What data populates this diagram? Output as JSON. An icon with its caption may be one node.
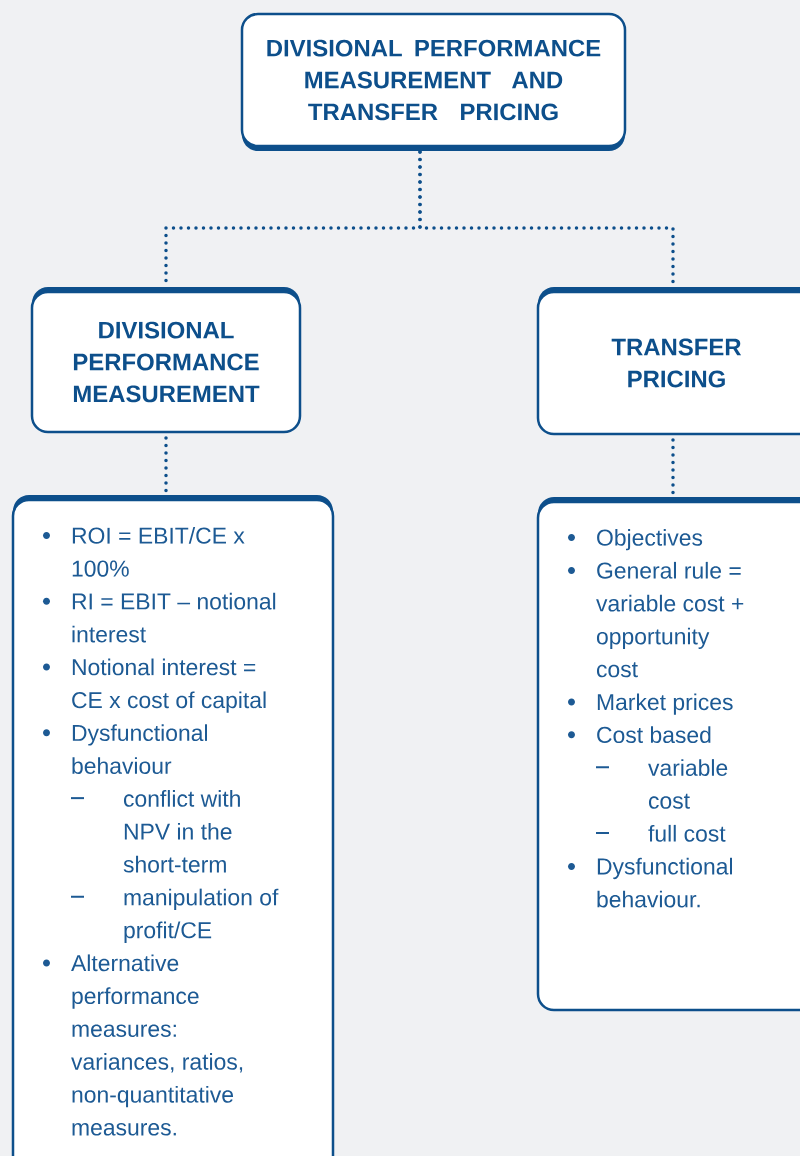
{
  "diagram": {
    "nodes": [
      {
        "text": [
          "DIVISIONAL PERFORMANCE MEASUREMENT AND TRANSFER PRICING"
        ]
      },
      {
        "text": [
          "DIVISIONAL PERFORMANCE MEASUREMENT"
        ]
      },
      {
        "text": [
          "TRANSFER PRICING"
        ]
      },
      {
        "text": [
          "ROI = EBIT/CE x 100%",
          "RI = EBIT – notional interest",
          "Notional interest = CE x cost of capital",
          "Dysfunctional behaviour",
          "conflict with NPV in the short-term",
          "manipulation of profit/CE",
          "Alternative performance measures: variances, ratios, non-quantitative measures."
        ]
      },
      {
        "text": [
          "Objectives",
          "General rule = variable cost + opportunity cost",
          "Market prices",
          "Cost based",
          "variable cost",
          "full cost",
          "Dysfunctional behaviour."
        ]
      }
    ],
    "edges": [
      {
        "from": 0,
        "to": 1,
        "arrow": "none"
      },
      {
        "from": 0,
        "to": 2,
        "arrow": "none"
      },
      {
        "from": 1,
        "to": 3,
        "arrow": "none"
      },
      {
        "from": 2,
        "to": 4,
        "arrow": "none"
      }
    ]
  }
}
